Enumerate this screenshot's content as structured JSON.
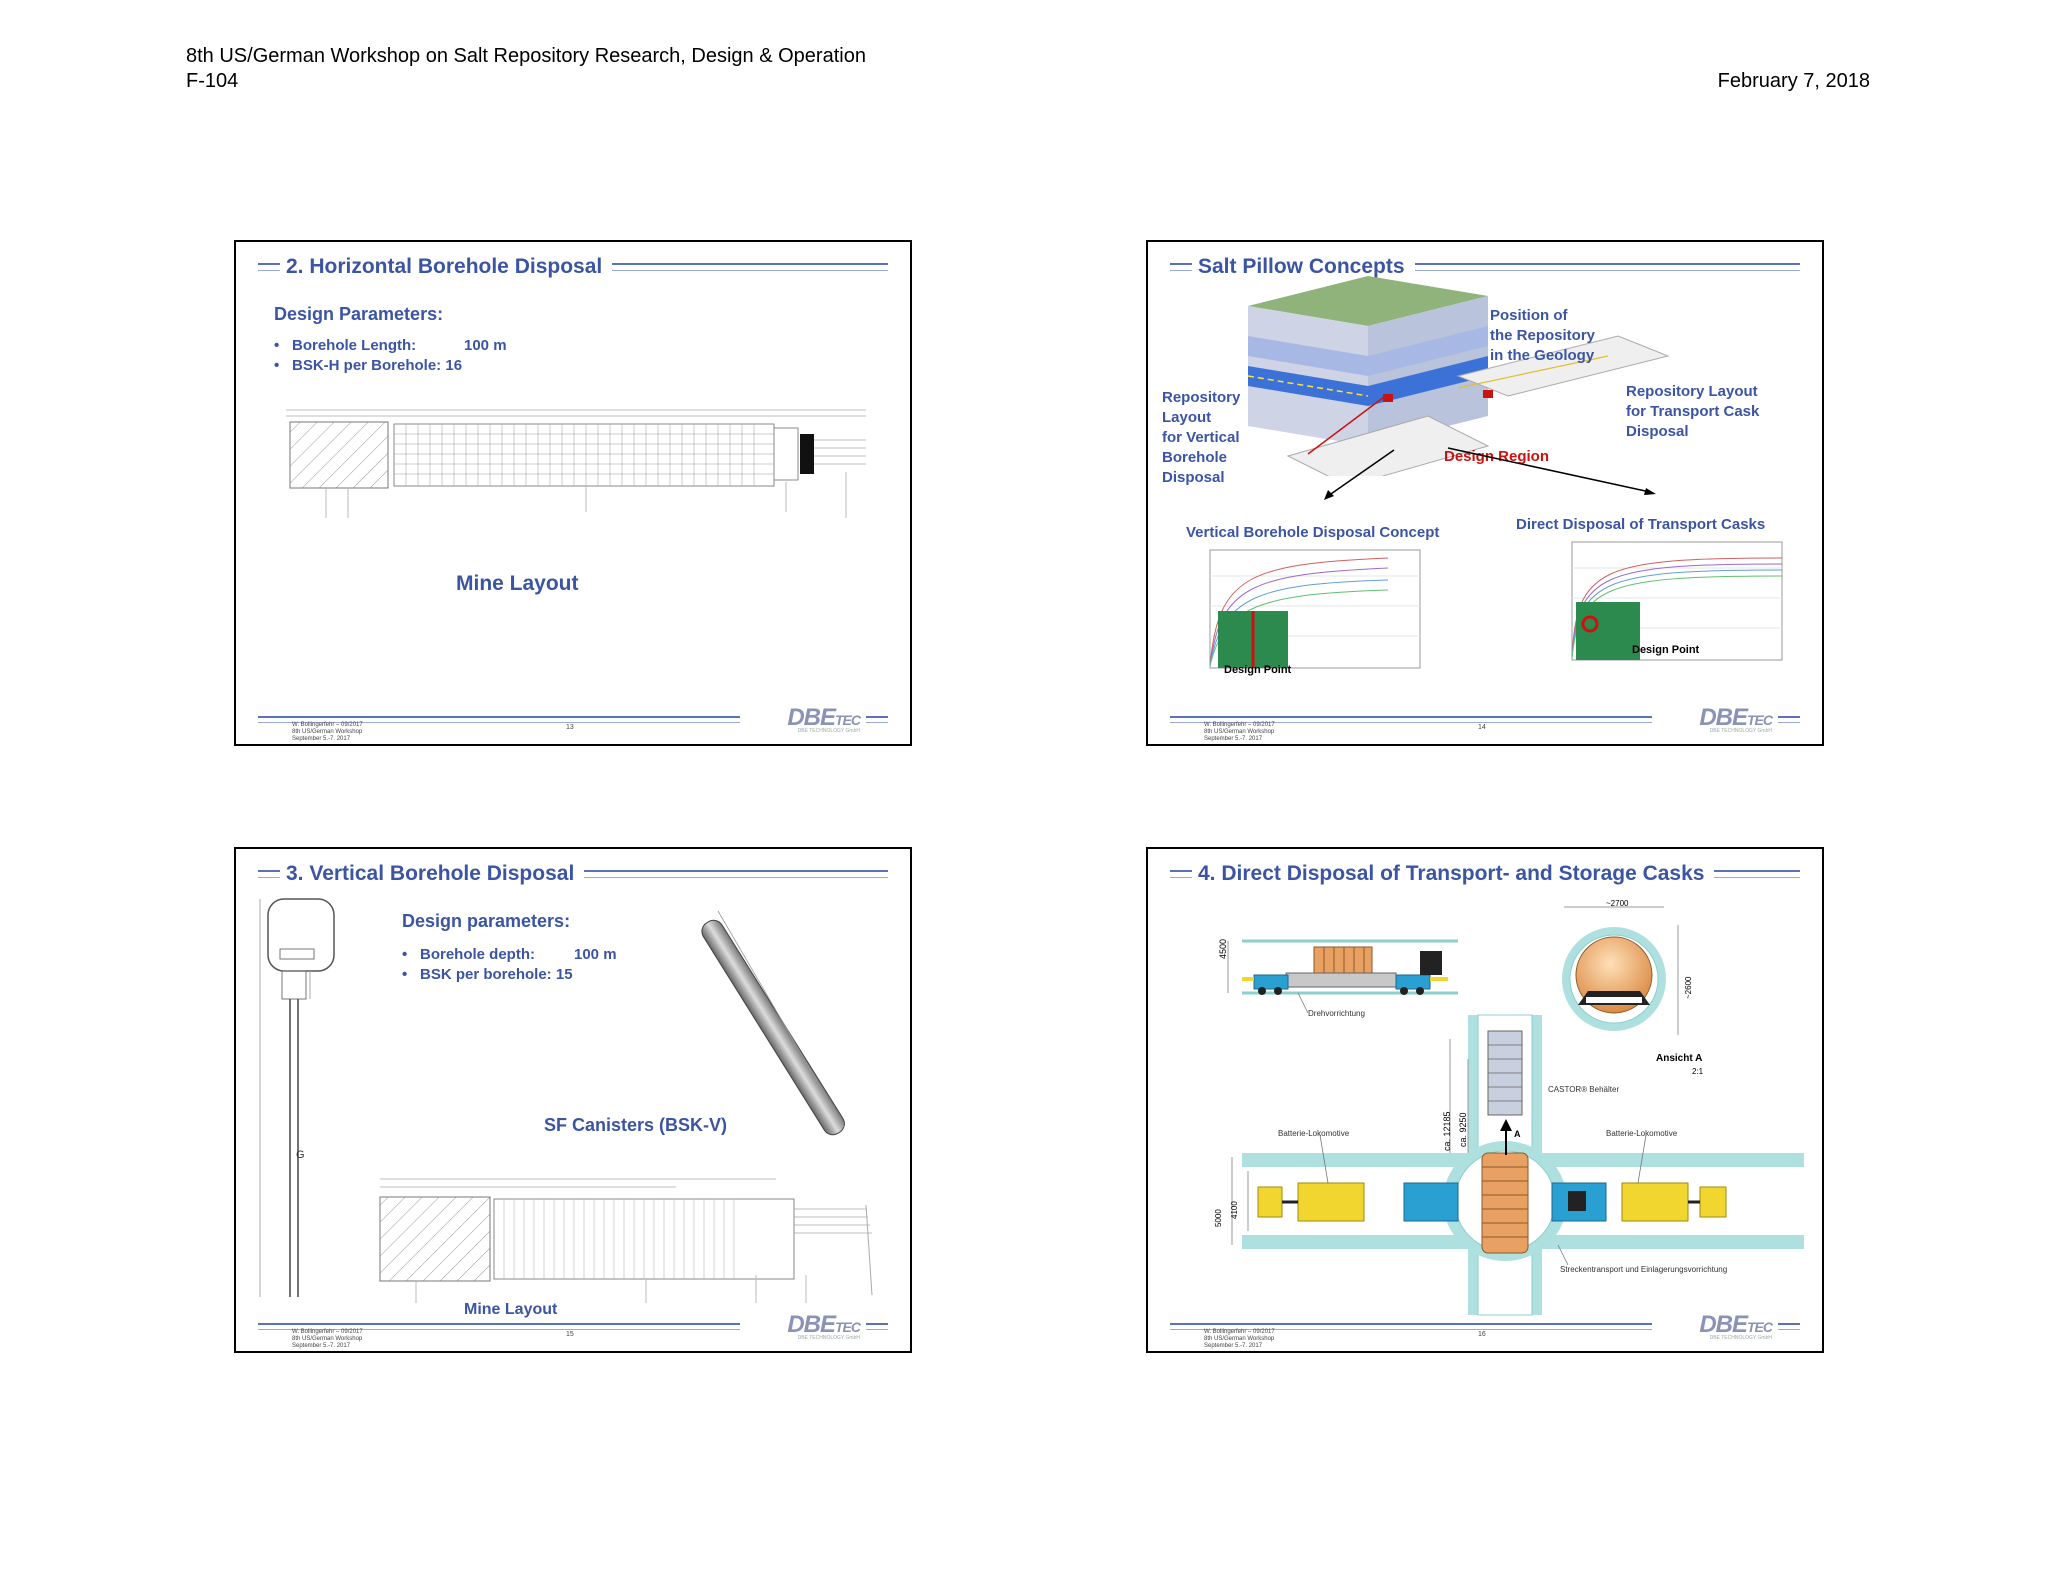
{
  "page": {
    "workshop": "8th US/German Workshop on Salt Repository Research, Design & Operation",
    "doc_id": "F-104",
    "date": "February 7, 2018"
  },
  "footer": {
    "author": "W. Bollingerfehr – 09/2017",
    "event": "8th US/German Workshop",
    "dates": "September 5.-7. 2017",
    "logo_main": "DBE",
    "logo_tec": "TEC",
    "logo_sub": "DBE TECHNOLOGY GmbH"
  },
  "slides": [
    {
      "title": "2. Horizontal Borehole Disposal",
      "params_heading": "Design Parameters:",
      "params": [
        {
          "label": "Borehole Length:",
          "value": "100 m"
        },
        {
          "label": "BSK-H per Borehole:",
          "value": "16"
        }
      ],
      "caption": "Mine Layout",
      "page_no": "13"
    },
    {
      "title": "Salt Pillow Concepts",
      "label_position": [
        "Position of",
        "the Repository",
        "in the Geology"
      ],
      "label_vertical": [
        "Repository",
        "Layout",
        "for Vertical",
        "Borehole",
        "Disposal"
      ],
      "label_transport": [
        "Repository Layout",
        "for Transport Cask",
        "Disposal"
      ],
      "label_design_region": "Design Region",
      "left_chart_title": "Vertical Borehole Disposal Concept",
      "right_chart_title": "Direct Disposal of Transport Casks",
      "design_point": "Design Point",
      "page_no": "14"
    },
    {
      "title": "3. Vertical Borehole Disposal",
      "params_heading": "Design parameters:",
      "params": [
        {
          "label": "Borehole depth:",
          "value": "100 m"
        },
        {
          "label": "BSK per borehole:",
          "value": "15"
        }
      ],
      "caption_canister": "SF Canisters (BSK-V)",
      "caption": "Mine Layout",
      "page_no": "15"
    },
    {
      "title": "4. Direct Disposal of Transport- and Storage Casks",
      "labels": {
        "drehvorrichtung": "Drehvorrichtung",
        "ansicht": "Ansicht A",
        "scale": "2:1",
        "castor": "CASTOR® Behälter",
        "lok_left": "Batterie-Lokomotive",
        "lok_right": "Batterie-Lokomotive",
        "strecke": "Streckentransport und Einlagerungsvorrichtung",
        "dim_2700": "~2700",
        "dim_2600": "~2600",
        "dim_4500": "4500",
        "dim_12185": "ca. 12185",
        "dim_9250": "ca. 9250",
        "dim_5000": "5000",
        "dim_4100": "4100",
        "arrow_a": "A"
      },
      "page_no": "16"
    }
  ],
  "colors": {
    "slide_blue": "#3b55a4",
    "tunnel": "#aee0df",
    "cask_orange": "#e8a063",
    "loco_yellow": "#f1d630",
    "wagon_blue": "#2aa0d2",
    "design_red": "#cc1111",
    "design_green": "#2d8a4f"
  }
}
